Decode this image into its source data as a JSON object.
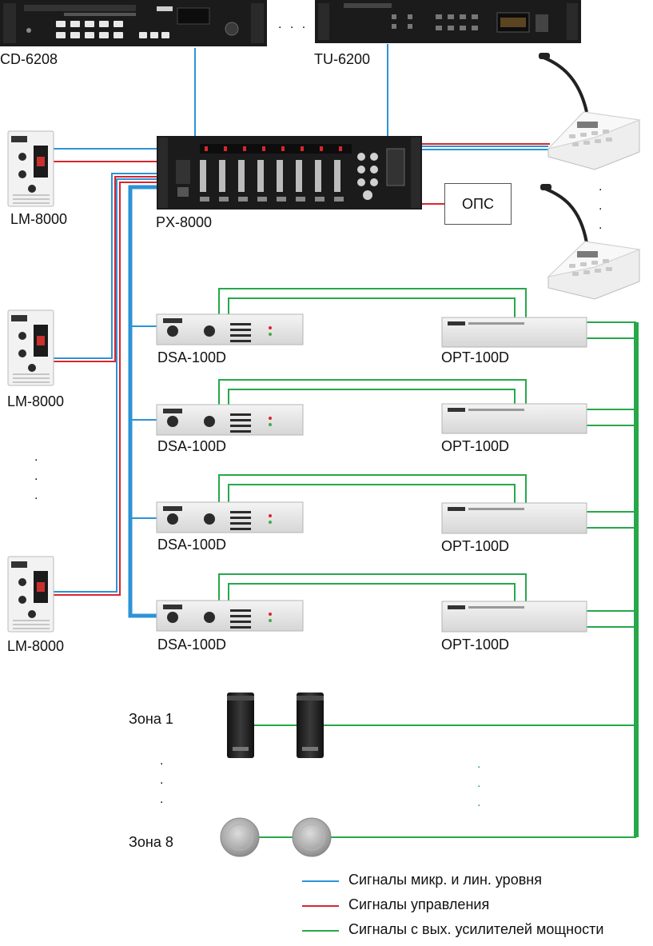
{
  "colors": {
    "blue": "#2d93d6",
    "red": "#d9262e",
    "green": "#27a84a",
    "device_black": "#1b1b1b",
    "device_light": "#e8e8e8"
  },
  "devices": {
    "cd_player": "CD-6208",
    "tuner": "TU-6200",
    "matrix": "PX-8000",
    "fire_panel": "ОПС",
    "remote_1": "LM-8000",
    "remote_2": "LM-8000",
    "remote_3": "LM-8000",
    "amplifier_1": "DSA-100D",
    "amplifier_2": "DSA-100D",
    "amplifier_3": "DSA-100D",
    "amplifier_4": "DSA-100D",
    "transformer_1": "OPT-100D",
    "transformer_2": "OPT-100D",
    "transformer_3": "OPT-100D",
    "transformer_4": "OPT-100D"
  },
  "zones": {
    "zone_1": "Зона 1",
    "zone_8": "Зона 8"
  },
  "ellipsis": {
    "horizontal": ". . .",
    "vertical": "."
  },
  "legend": {
    "blue_label": "Сигналы микр. и лин. уровня",
    "red_label": "Сигналы управления",
    "green_label": "Сигналы с вых. усилителей мощности"
  }
}
